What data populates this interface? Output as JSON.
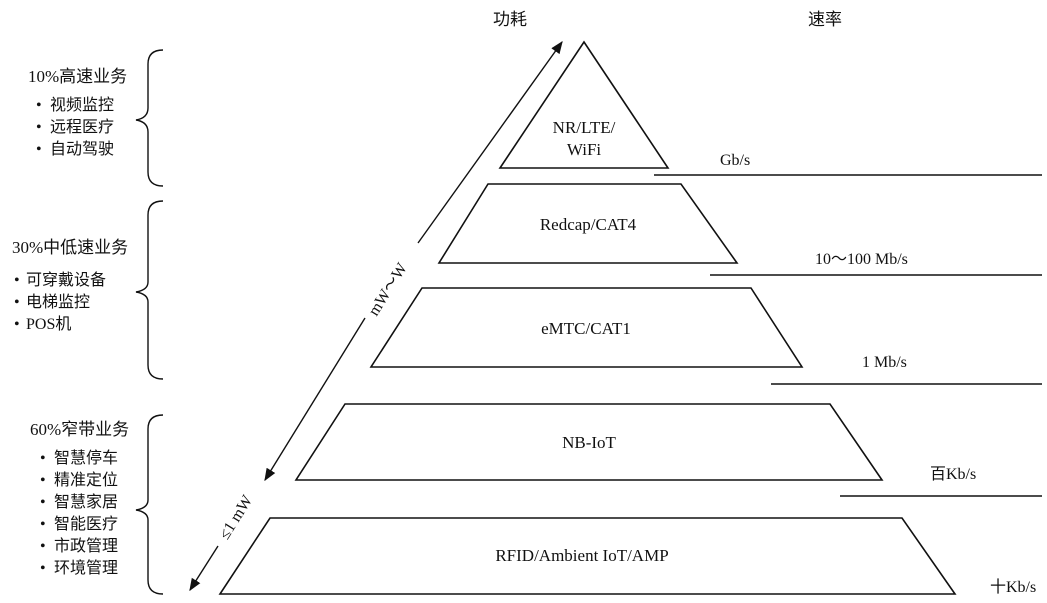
{
  "header": {
    "power": "功耗",
    "rate": "速率"
  },
  "groups": [
    {
      "title": "10%高速业务",
      "items": [
        "视频监控",
        "远程医疗",
        "自动驾驶"
      ]
    },
    {
      "title": "30%中低速业务",
      "items": [
        "可穿戴设备",
        "电梯监控",
        "POS机"
      ]
    },
    {
      "title": "60%窄带业务",
      "items": [
        "智慧停车",
        "精准定位",
        "智慧家居",
        "智能医疗",
        "市政管理",
        "环境管理"
      ]
    }
  ],
  "bullet": "•",
  "tiers": [
    {
      "label_lines": [
        "NR/LTE/",
        "WiFi"
      ]
    },
    {
      "label_lines": [
        "Redcap/CAT4"
      ]
    },
    {
      "label_lines": [
        "eMTC/CAT1"
      ]
    },
    {
      "label_lines": [
        "NB-IoT"
      ]
    },
    {
      "label_lines": [
        "RFID/Ambient IoT/AMP"
      ]
    }
  ],
  "rates": [
    "Gb/s",
    "10～100 Mb/s",
    "1 Mb/s",
    "百Kb/s",
    "十Kb/s"
  ],
  "power_arrows": {
    "upper": "mW～W",
    "lower": "≤1 mW"
  }
}
